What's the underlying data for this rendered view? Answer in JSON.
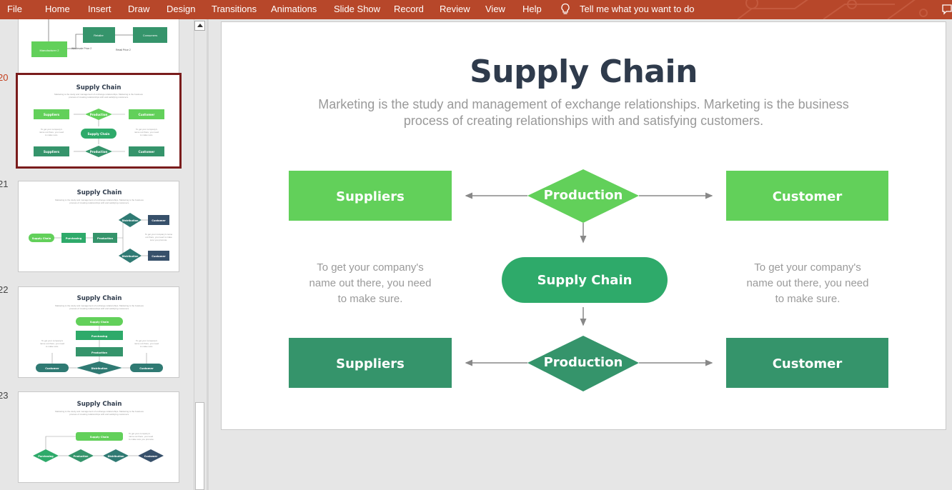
{
  "menu": {
    "file": "File",
    "home": "Home",
    "insert": "Insert",
    "draw": "Draw",
    "design": "Design",
    "transitions": "Transitions",
    "animations": "Animations",
    "slide_show": "Slide Show",
    "record": "Record",
    "review": "Review",
    "view": "View",
    "help": "Help",
    "tell_me": "Tell me what you want to do"
  },
  "colors": {
    "ribbon": "#b7472a",
    "light_green": "#62d05a",
    "dark_green": "#35946b",
    "mid_green": "#2eaa6a",
    "title": "#2f3b4c",
    "teal": "#2f7a73",
    "navy": "#37506a"
  },
  "thumbnails": {
    "t19": {
      "retailer": "Retailer",
      "consumers": "Consumers",
      "manufacturer": "Manufacturer 2",
      "wholesale": "Wholesale Price 2",
      "retail": "Retail Price 2"
    },
    "t20": {
      "number": "20",
      "title": "Supply Chain",
      "sub1": "Marketing is the study and management of exchange relationships. Marketing is the business",
      "sub2": "process of creating relationships with and satisfying customers.",
      "suppliers": "Suppliers",
      "production": "Production",
      "customer": "Customer",
      "supply_chain": "Supply Chain",
      "side1": "To get your company's",
      "side2": "name out there, you need",
      "side3": "to make sure."
    },
    "t21": {
      "number": "21",
      "title": "Supply Chain",
      "sub1": "Marketing is the study and management of exchange relationships. Marketing is the business",
      "sub2": "process of creating relationships with and satisfying customers.",
      "supply_chain": "Supply Chain",
      "purchasing": "Purchasing",
      "production": "Production",
      "distribution": "Distribution",
      "customer": "Customer",
      "side1": "To get your company's name",
      "side2": "out there, you need to make",
      "side3": "sure you promote."
    },
    "t22": {
      "number": "22",
      "title": "Supply Chain",
      "sub1": "Marketing is the study and management of exchange relationships. Marketing is the business",
      "sub2": "process of creating relationships with and satisfying customers.",
      "supply_chain": "Supply Chain",
      "purchasing": "Purchasing",
      "production": "Production",
      "distribution": "Distribution",
      "customer": "Customer",
      "side1": "To get your company's",
      "side2": "name out there, you need",
      "side3": "to make sure."
    },
    "t23": {
      "number": "23",
      "title": "Supply Chain",
      "sub1": "Marketing is the study and management of exchange relationships. Marketing is the business",
      "sub2": "process of creating relationships with and satisfying customers.",
      "supply_chain": "Supply Chain",
      "purchasing": "Purchasing",
      "production": "Production",
      "distribution": "Distribution",
      "customer": "Customer",
      "side1": "To get your company's",
      "side2": "name out there, you need",
      "side3": "to make sure you promote."
    }
  },
  "slide": {
    "title": "Supply Chain",
    "subtitle_line1": "Marketing is the study and management of exchange relationships. Marketing is the business",
    "subtitle_line2": "process of creating relationships with and satisfying customers.",
    "top_suppliers": "Suppliers",
    "top_production": "Production",
    "top_customer": "Customer",
    "supply_chain": "Supply Chain",
    "bottom_suppliers": "Suppliers",
    "bottom_production": "Production",
    "bottom_customer": "Customer",
    "left_text_1": "To get your company's",
    "left_text_2": "name out there, you need",
    "left_text_3": "to make sure.",
    "right_text_1": "To get your company's",
    "right_text_2": "name out there, you need",
    "right_text_3": "to make sure."
  }
}
